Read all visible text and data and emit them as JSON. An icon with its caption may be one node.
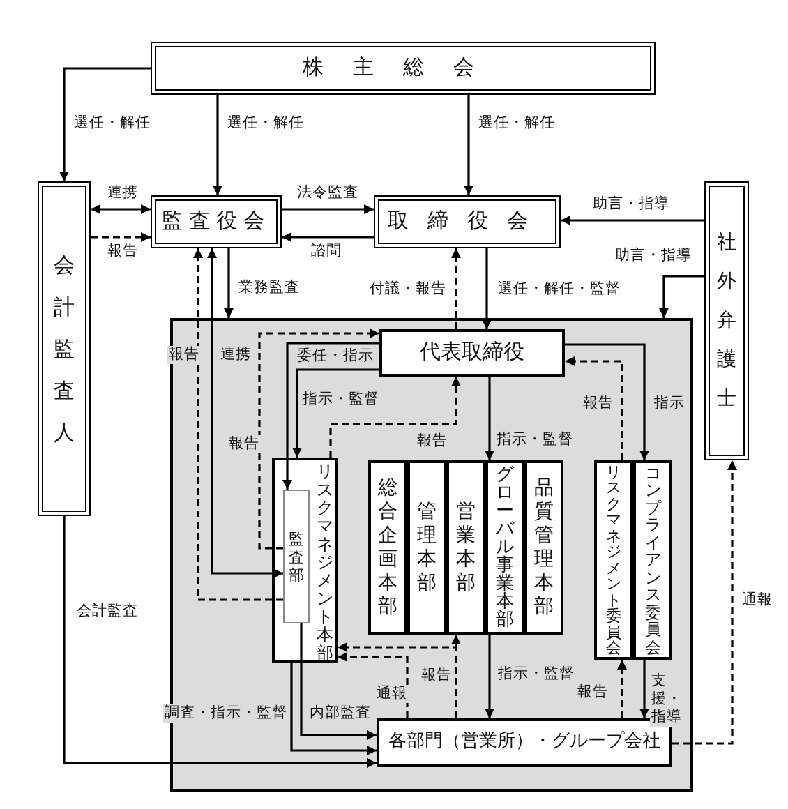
{
  "diagram": {
    "nodes": [
      {
        "text": [
          "株主総会"
        ]
      },
      {
        "text": [
          "会計監査人"
        ]
      },
      {
        "text": [
          "監査役会"
        ]
      },
      {
        "text": [
          "取締役会"
        ]
      },
      {
        "text": [
          "社外弁護士"
        ]
      },
      {
        "text": [],
        "shape": "box"
      },
      {
        "text": [
          "代表取締役"
        ],
        "in": 5
      },
      {
        "text": [
          "リスクマネジメント本部"
        ],
        "in": 5
      },
      {
        "text": [
          "監査部"
        ],
        "in": 7
      },
      {
        "text": [
          "総合企画本部"
        ],
        "in": 5
      },
      {
        "text": [
          "管理本部"
        ],
        "in": 5
      },
      {
        "text": [
          "営業本部"
        ],
        "in": 5
      },
      {
        "text": [
          "グローバル事業本部"
        ],
        "in": 5
      },
      {
        "text": [
          "品質管理本部"
        ],
        "in": 5
      },
      {
        "text": [
          "リスクマネジメント委員会"
        ],
        "in": 5
      },
      {
        "text": [
          "コンプライアンス委員会"
        ],
        "in": 5
      },
      {
        "text": [
          "各部門（営業所）・グループ会社"
        ],
        "in": 5
      }
    ],
    "edges": [
      {
        "from": 0,
        "to": 1,
        "arrow": "to",
        "label": "選任・解任"
      },
      {
        "from": 0,
        "to": 2,
        "arrow": "to",
        "label": "選任・解任"
      },
      {
        "from": 0,
        "to": 3,
        "arrow": "to",
        "label": "選任・解任"
      },
      {
        "from": 1,
        "to": 2,
        "arrow": "both",
        "label": "連携"
      },
      {
        "from": 1,
        "to": 2,
        "arrow": "to",
        "label": "報告",
        "style": "dashed"
      },
      {
        "from": 2,
        "to": 3,
        "arrow": "to",
        "label": "法令監査"
      },
      {
        "from": 3,
        "to": 2,
        "arrow": "to",
        "label": "諮問"
      },
      {
        "from": 4,
        "to": 3,
        "arrow": "to",
        "label": "助言・指導"
      },
      {
        "from": 4,
        "to": 5,
        "arrow": "to",
        "label": "助言・指導"
      },
      {
        "from": 2,
        "to": 5,
        "arrow": "to",
        "label": "業務監査"
      },
      {
        "from": 3,
        "to": 6,
        "arrow": "to",
        "label": "選任・解任・監督"
      },
      {
        "from": 6,
        "to": 3,
        "arrow": "to",
        "label": "付議・報告",
        "style": "dashed"
      },
      {
        "from": 8,
        "to": 2,
        "arrow": "to",
        "label": "報告",
        "style": "dashed"
      },
      {
        "from": 2,
        "to": 8,
        "arrow": "both",
        "label": "連携"
      },
      {
        "from": 8,
        "to": 6,
        "arrow": "to",
        "label": "報告",
        "style": "dashed"
      },
      {
        "from": 6,
        "to": 8,
        "arrow": "to",
        "label": "委任・指示"
      },
      {
        "from": 6,
        "to": 7,
        "arrow": "to",
        "label": "指示・監督"
      },
      {
        "from": 7,
        "to": 6,
        "arrow": "to",
        "label": "報告",
        "style": "dashed"
      },
      {
        "from": 6,
        "to": 12,
        "arrow": "to",
        "label": "指示・監督"
      },
      {
        "from": 6,
        "to": 15,
        "arrow": "to",
        "label": "指示"
      },
      {
        "from": 14,
        "to": 6,
        "arrow": "to",
        "label": "報告",
        "style": "dashed"
      },
      {
        "from": 16,
        "to": 11,
        "arrow": "to",
        "label": "報告",
        "style": "dashed"
      },
      {
        "from": 16,
        "to": 7,
        "arrow": "to",
        "style": "dashed"
      },
      {
        "from": 16,
        "to": 7,
        "arrow": "to",
        "label": "通報",
        "style": "dashed"
      },
      {
        "from": 8,
        "to": 16,
        "arrow": "to",
        "label": "内部監査"
      },
      {
        "from": 7,
        "to": 16,
        "arrow": "to",
        "label": "調査・指示・監督"
      },
      {
        "from": 1,
        "to": 16,
        "arrow": "to",
        "label": "会計監査"
      },
      {
        "from": 12,
        "to": 16,
        "arrow": "to",
        "label": "指示・監督"
      },
      {
        "from": 16,
        "to": 14,
        "arrow": "to",
        "label": "報告",
        "style": "dashed"
      },
      {
        "from": 15,
        "to": 16,
        "arrow": "to",
        "label": "支援・指導"
      },
      {
        "from": 16,
        "to": 4,
        "arrow": "to",
        "label": "通報",
        "style": "dashed"
      }
    ]
  }
}
